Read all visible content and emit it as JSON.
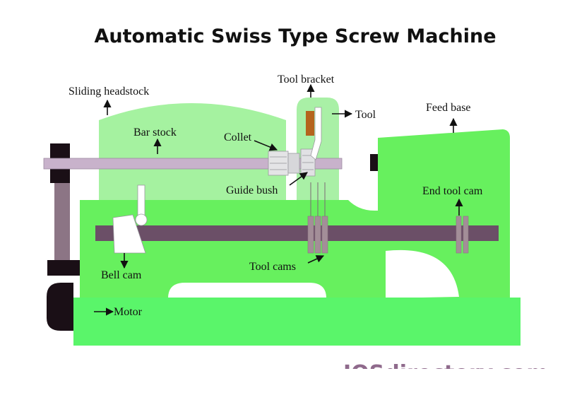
{
  "title": "Automatic Swiss Type Screw Machine",
  "labels": {
    "sliding_headstock": "Sliding headstock",
    "bar_stock": "Bar stock",
    "collet": "Collet",
    "tool_bracket": "Tool bracket",
    "tool": "Tool",
    "feed_base": "Feed base",
    "guide_bush": "Guide bush",
    "end_tool_cam": "End tool cam",
    "bell_cam": "Bell cam",
    "tool_cams": "Tool cams",
    "motor": "Motor"
  },
  "watermark": "IQSdirectory.com",
  "colors": {
    "machine_body": "#67f05e",
    "headstock_light": "#a5f2a0",
    "bracket_light": "#a9f0a6",
    "base": "#5af56a",
    "bar_stock": "#c8b2cb",
    "camshaft": "#6b4f67",
    "cam_disc": "#a38e98",
    "tool": "#b5641d",
    "motor": "#1a0f16",
    "support": "#8c7585",
    "watermark": "#8f6a8c"
  },
  "icons": {
    "arrow": "arrow-icon"
  }
}
